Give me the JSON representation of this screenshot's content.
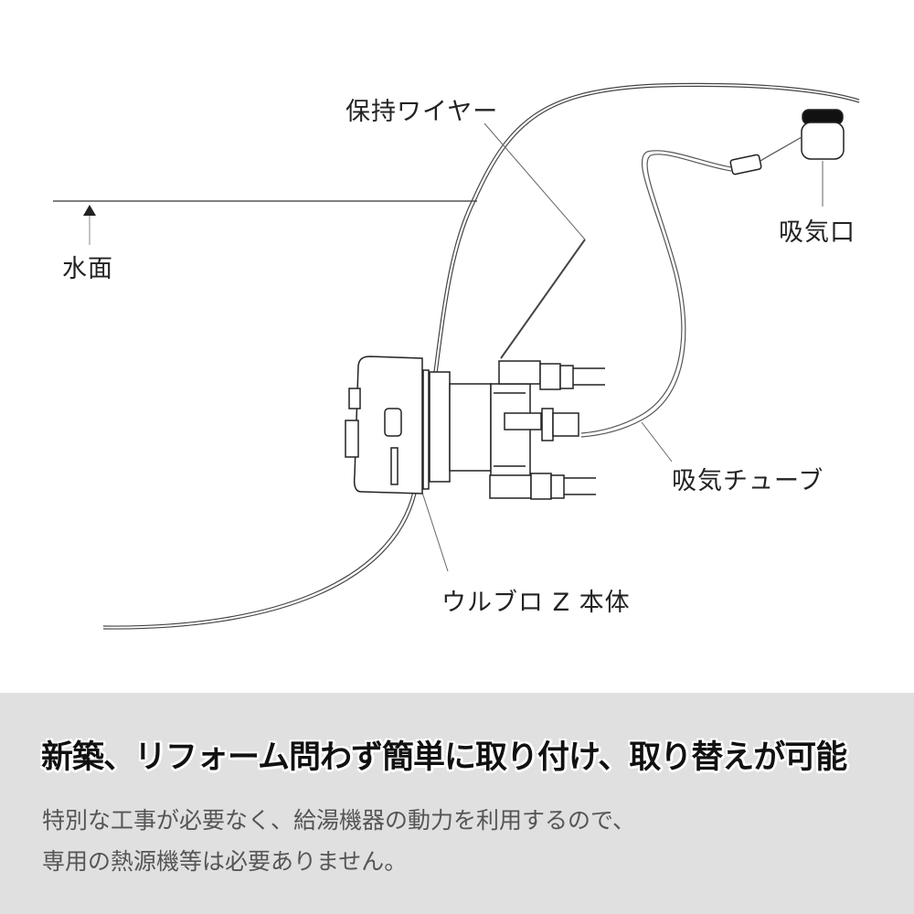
{
  "diagram": {
    "labels": {
      "wire": "保持ワイヤー",
      "water_surface": "水面",
      "intake": "吸気口",
      "intake_tube": "吸気チューブ",
      "body": "ウルブロ Z 本体"
    }
  },
  "caption": {
    "headline": "新築、リフォーム問わず簡単に取り付け、取り替えが可能",
    "body_lines": [
      "特別な工事が必要なく、給湯機器の動力を利用するので、",
      "専用の熱源機等は必要ありません。"
    ]
  }
}
